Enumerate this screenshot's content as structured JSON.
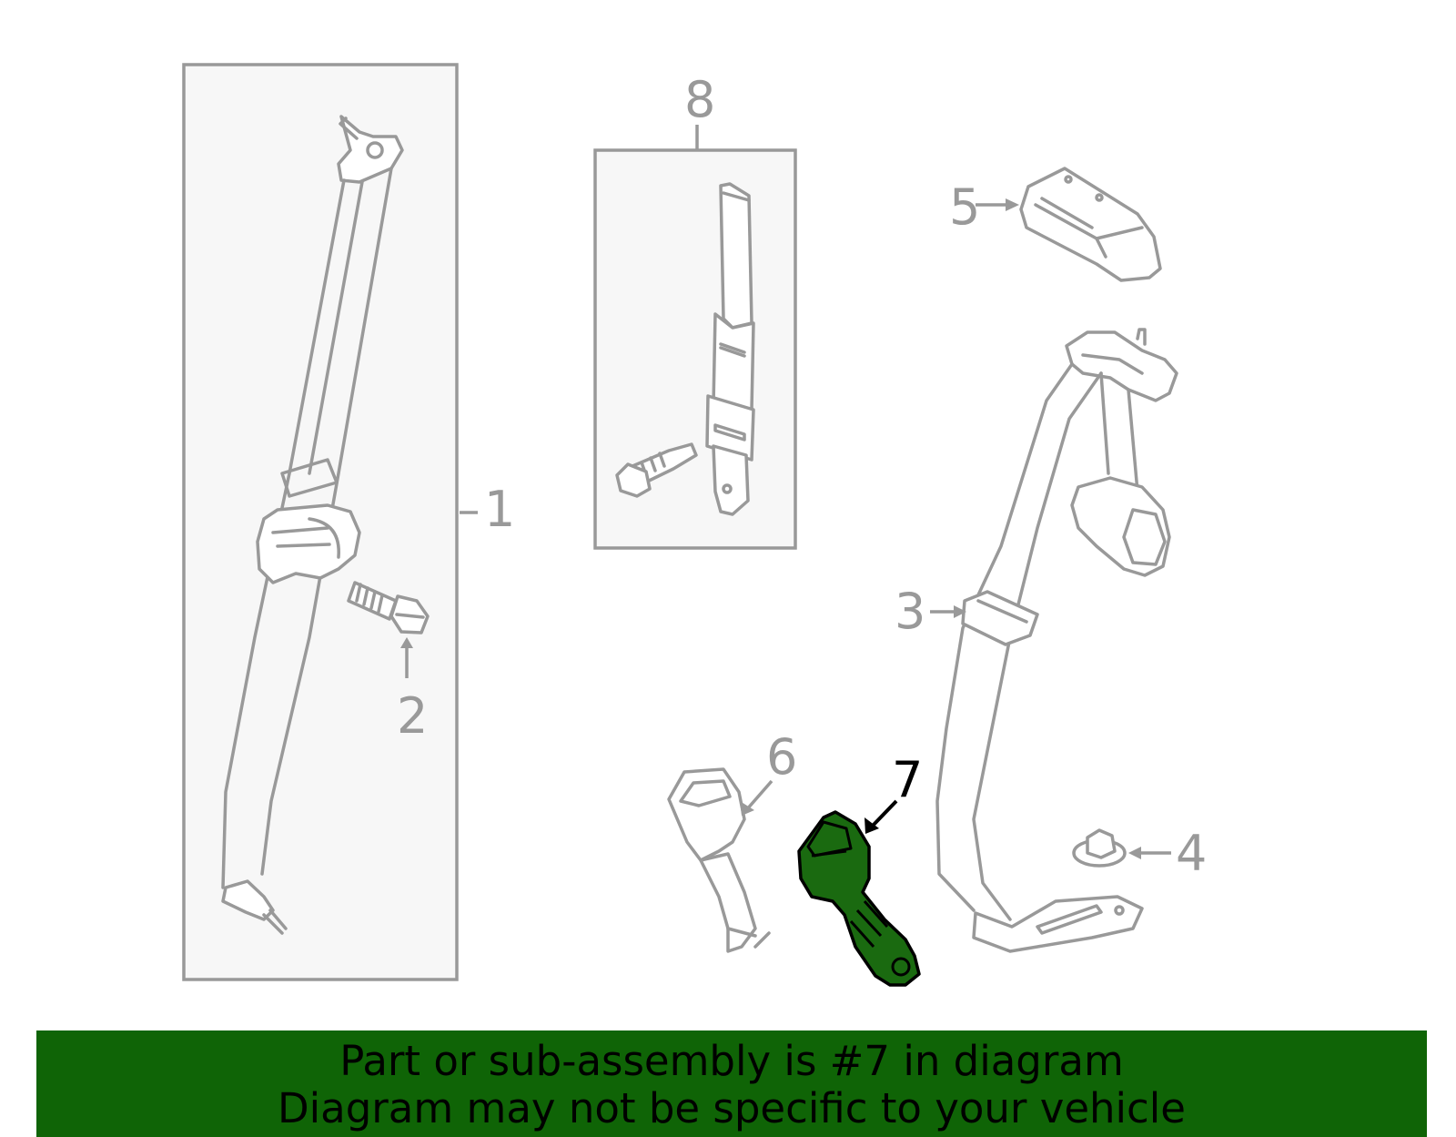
{
  "callouts": {
    "c1": "1",
    "c2": "2",
    "c3": "3",
    "c4": "4",
    "c5": "5",
    "c6": "6",
    "c7": "7",
    "c8": "8"
  },
  "highlight_part": "7",
  "colors": {
    "highlight_fill": "#1a6a10",
    "banner_bg": "#0f6406",
    "line_gray": "#999999",
    "box_bg": "#f7f7f7"
  },
  "banner": {
    "line1": "Part or sub-assembly is #7 in diagram",
    "line2": "Diagram may not be specific to your vehicle"
  }
}
